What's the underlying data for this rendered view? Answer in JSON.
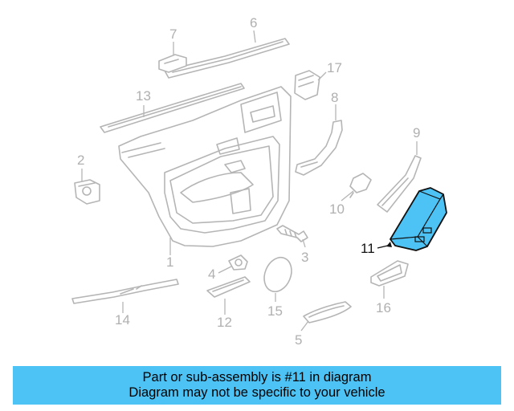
{
  "diagram": {
    "callouts": [
      "1",
      "2",
      "3",
      "4",
      "5",
      "6",
      "7",
      "8",
      "9",
      "10",
      "11",
      "12",
      "13",
      "14",
      "15",
      "16",
      "17"
    ],
    "highlighted_callout": "11",
    "colors": {
      "highlight_fill": "#4dc3f5",
      "line_gray": "#b5b5b5",
      "label_gray": "#b0b0b0",
      "highlight_stroke": "#111111"
    }
  },
  "banner": {
    "line1": "Part or sub-assembly is #11 in diagram",
    "line2": "Diagram may not be specific to your vehicle"
  }
}
